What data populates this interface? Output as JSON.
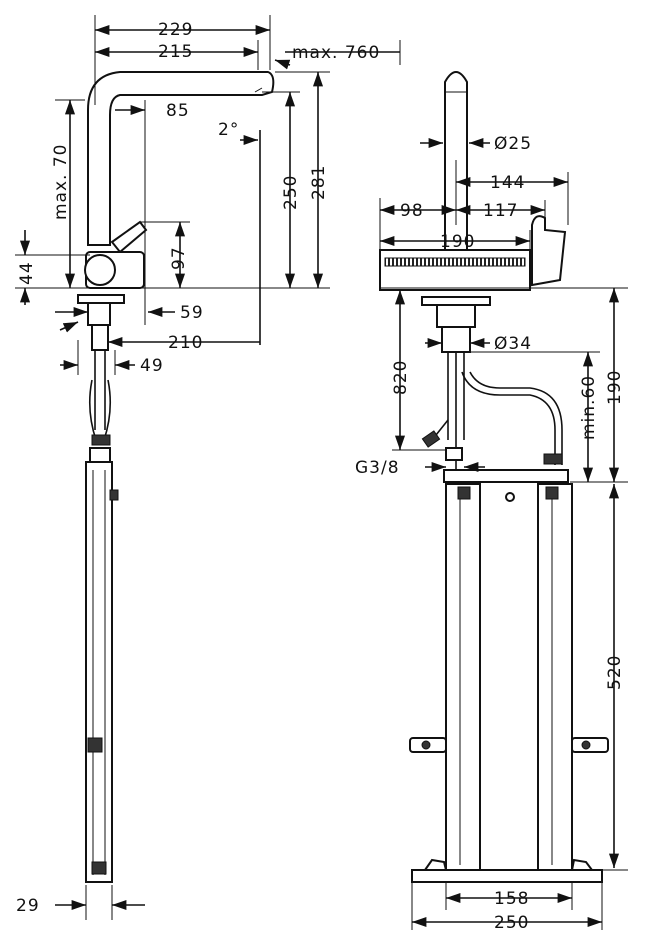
{
  "drawing": {
    "side_view": {
      "dimensions": {
        "d229": "229",
        "d215": "215",
        "max760": "max. 760",
        "d85": "85",
        "angle": "2°",
        "d250": "250",
        "d281": "281",
        "max70": "max. 70",
        "d97": "97",
        "d44": "44",
        "d59": "59",
        "d210": "210",
        "d49": "49",
        "d29": "29"
      }
    },
    "front_view": {
      "dimensions": {
        "dia25": "Ø25",
        "d144": "144",
        "d98": "98",
        "d117": "117",
        "d190_top": "190",
        "dia34": "Ø34",
        "d820": "820",
        "min60": "min.60",
        "d190_side": "190",
        "thread": "G3/8",
        "d520": "520",
        "d158": "158",
        "d250_bottom": "250"
      }
    }
  }
}
